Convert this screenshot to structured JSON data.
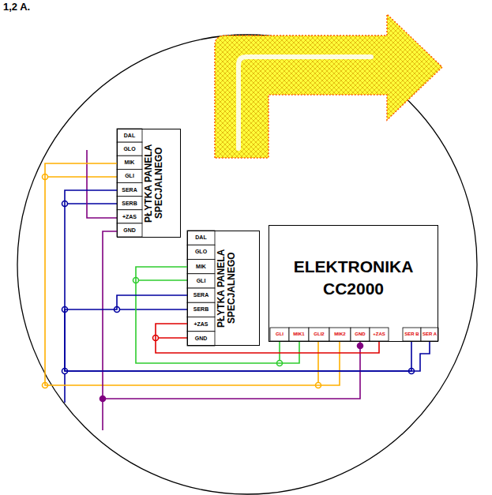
{
  "diagram": {
    "nodes": [
      {
        "text": [
          "PŁYTKA PANELA SPECJALNEGO"
        ]
      },
      {
        "text": [
          "PŁYTKA PANELA SPECJALNEGO"
        ]
      },
      {
        "text": [
          "ELEKTRONIKA CC2000"
        ]
      }
    ],
    "edges": [
      {
        "from": 0,
        "to": 2,
        "arrow": "none"
      },
      {
        "from": 0,
        "to": 2,
        "arrow": "none"
      },
      {
        "from": 0,
        "to": 2,
        "arrow": "none"
      },
      {
        "from": 1,
        "to": 2,
        "arrow": "none"
      },
      {
        "from": 1,
        "to": 2,
        "arrow": "none"
      },
      {
        "from": 1,
        "to": 2,
        "arrow": "none"
      }
    ],
    "labels": [
      "1,2 A.",
      "DAL",
      "GLO",
      "MIK",
      "GLI",
      "SERA",
      "SERB",
      "+ZAS",
      "GND",
      "DAL",
      "GLO",
      "MIK",
      "GLI",
      "SERA",
      "SERB",
      "+ZAS",
      "GND",
      "GLI",
      "MIK1",
      "GLI2",
      "MIK2",
      "GND",
      "+ZAS",
      "SER B",
      "SER A"
    ]
  }
}
